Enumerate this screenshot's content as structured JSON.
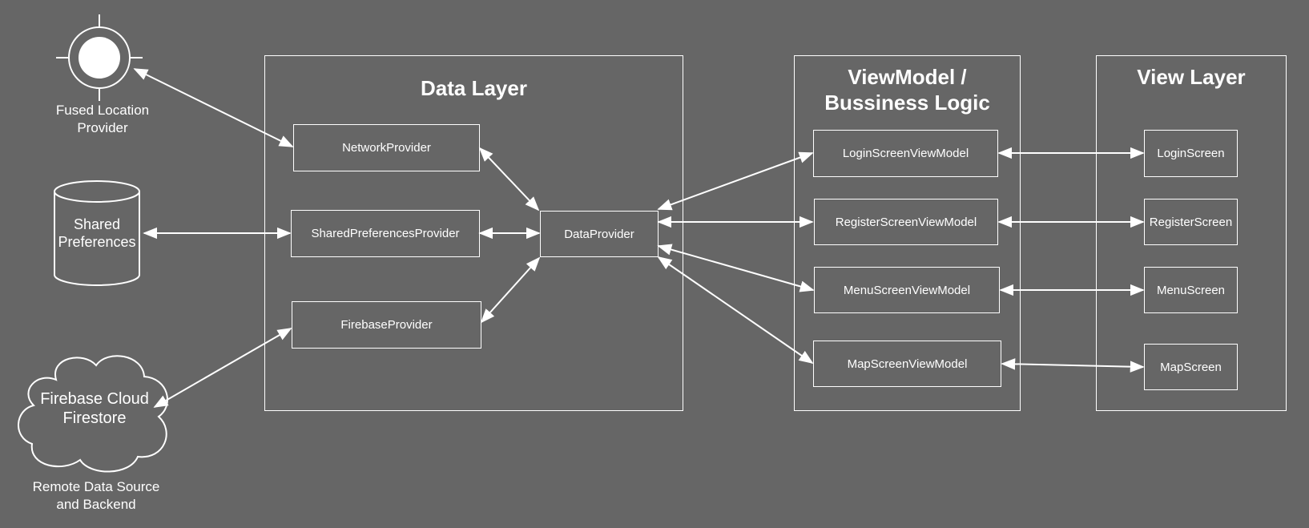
{
  "colors": {
    "background": "#666666",
    "stroke": "#ffffff",
    "text": "#ffffff"
  },
  "external": {
    "location": {
      "icon": "gps-location-icon",
      "label": "Fused Location\nProvider"
    },
    "shared_prefs": {
      "icon": "database-cylinder-icon",
      "label": "Shared\nPreferences"
    },
    "firebase": {
      "icon": "cloud-icon",
      "label": "Firebase Cloud\nFirestore",
      "caption": "Remote Data Source\nand Backend"
    }
  },
  "layers": {
    "data": {
      "title": "Data Layer",
      "nodes": {
        "network": "NetworkProvider",
        "shared_prefs": "SharedPreferencesProvider",
        "firebase": "FirebaseProvider",
        "data_provider": "DataProvider"
      }
    },
    "viewmodel": {
      "title": "ViewModel /\nBussiness Logic",
      "nodes": {
        "login": "LoginScreenViewModel",
        "register": "RegisterScreenViewModel",
        "menu": "MenuScreenViewModel",
        "map": "MapScreenViewModel"
      }
    },
    "view": {
      "title": "View Layer",
      "nodes": {
        "login": "LoginScreen",
        "register": "RegisterScreen",
        "menu": "MenuScreen",
        "map": "MapScreen"
      }
    }
  }
}
